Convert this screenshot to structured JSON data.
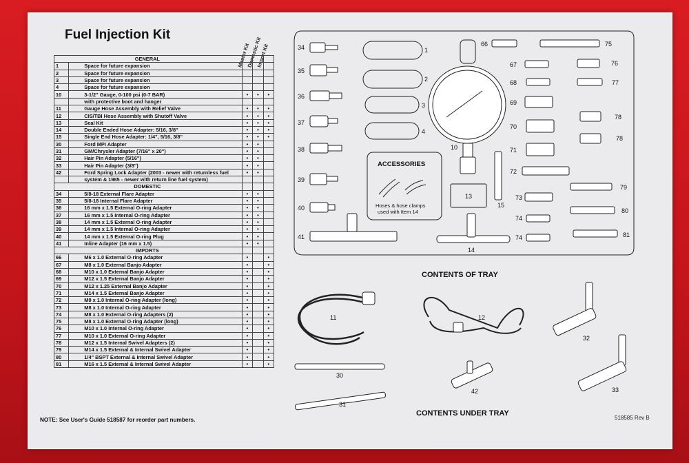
{
  "title": "Fuel Injection Kit",
  "column_headers": [
    "Master Kit",
    "Domestic Kit",
    "Import Kit"
  ],
  "sections": [
    {
      "name": "GENERAL",
      "rows": [
        {
          "num": "1",
          "desc": "Space for future expansion",
          "marks": [
            "",
            "",
            ""
          ]
        },
        {
          "num": "2",
          "desc": "Space for future expansion",
          "marks": [
            "",
            "",
            ""
          ]
        },
        {
          "num": "3",
          "desc": "Space for future expansion",
          "marks": [
            "",
            "",
            ""
          ]
        },
        {
          "num": "4",
          "desc": "Space for future expansion",
          "marks": [
            "",
            "",
            ""
          ]
        },
        {
          "num": "10",
          "desc": "3-1/2\" Gauge, 0-100 psi (0-7 BAR)",
          "marks": [
            "•",
            "•",
            "•"
          ]
        },
        {
          "num": "",
          "desc": "with protective boot and hanger",
          "marks": [
            "",
            "",
            ""
          ]
        },
        {
          "num": "11",
          "desc": "Gauge Hose Assembly with Relief Valve",
          "marks": [
            "•",
            "•",
            "•"
          ]
        },
        {
          "num": "12",
          "desc": "CIS/TBI Hose Assembly with Shutoff Valve",
          "marks": [
            "•",
            "•",
            "•"
          ]
        },
        {
          "num": "13",
          "desc": "Seal Kit",
          "marks": [
            "•",
            "•",
            "•"
          ]
        },
        {
          "num": "14",
          "desc": "Double Ended Hose Adapter: 5/16, 3/8\"",
          "marks": [
            "•",
            "•",
            "•"
          ]
        },
        {
          "num": "15",
          "desc": "Single End Hose Adapter: 1/4\", 5/16, 3/8\"",
          "marks": [
            "•",
            "•",
            "•"
          ]
        },
        {
          "num": "30",
          "desc": "Ford MPI Adapter",
          "marks": [
            "•",
            "•",
            ""
          ]
        },
        {
          "num": "31",
          "desc": "GM/Chrysler Adapter (7/16\" x 20\")",
          "marks": [
            "•",
            "•",
            ""
          ]
        },
        {
          "num": "32",
          "desc": "Hair Pin Adapter (5/16\")",
          "marks": [
            "•",
            "•",
            ""
          ]
        },
        {
          "num": "33",
          "desc": "Hair Pin Adapter (3/8\")",
          "marks": [
            "•",
            "•",
            ""
          ]
        },
        {
          "num": "42",
          "desc": "Ford Spring Lock Adapter (2003 - newer with returnless fuel",
          "marks": [
            "•",
            "•",
            ""
          ]
        },
        {
          "num": "",
          "desc": "system & 1985 - newer with return line fuel system)",
          "marks": [
            "",
            "",
            ""
          ]
        }
      ]
    },
    {
      "name": "DOMESTIC",
      "rows": [
        {
          "num": "34",
          "desc": "5/8-18 External Flare Adapter",
          "marks": [
            "•",
            "•",
            ""
          ]
        },
        {
          "num": "35",
          "desc": "5/8-18 Internal Flare Adapter",
          "marks": [
            "•",
            "•",
            ""
          ]
        },
        {
          "num": "36",
          "desc": "16 mm x 1.5 External O-ring Adapter",
          "marks": [
            "•",
            "•",
            ""
          ]
        },
        {
          "num": "37",
          "desc": "16 mm x 1.5 Internal O-ring Adapter",
          "marks": [
            "•",
            "•",
            ""
          ]
        },
        {
          "num": "38",
          "desc": "14 mm x 1.5 External O-ring Adapter",
          "marks": [
            "•",
            "•",
            ""
          ]
        },
        {
          "num": "39",
          "desc": "14 mm x 1.5 Internal O-ring Adapter",
          "marks": [
            "•",
            "•",
            ""
          ]
        },
        {
          "num": "40",
          "desc": "14 mm x 1.5 External O-ring Plug",
          "marks": [
            "•",
            "•",
            ""
          ]
        },
        {
          "num": "41",
          "desc": "Inline Adapter (16 mm x 1.5)",
          "marks": [
            "•",
            "•",
            ""
          ]
        }
      ]
    },
    {
      "name": "IMPORTS",
      "rows": [
        {
          "num": "66",
          "desc": "M6 x 1.0 External O-ring Adapter",
          "marks": [
            "•",
            "",
            "•"
          ]
        },
        {
          "num": "67",
          "desc": "M8 x 1.0 External Banjo Adapter",
          "marks": [
            "•",
            "",
            "•"
          ]
        },
        {
          "num": "68",
          "desc": "M10 x 1.0 External Banjo Adapter",
          "marks": [
            "•",
            "",
            "•"
          ]
        },
        {
          "num": "69",
          "desc": "M12 x 1.5 External Banjo Adapter",
          "marks": [
            "•",
            "",
            "•"
          ]
        },
        {
          "num": "70",
          "desc": "M12 x 1.25 External Banjo Adapter",
          "marks": [
            "•",
            "",
            "•"
          ]
        },
        {
          "num": "71",
          "desc": "M14 x 1.5 External Banjo Adapter",
          "marks": [
            "•",
            "",
            "•"
          ]
        },
        {
          "num": "72",
          "desc": "M8 x 1.0 Internal O-ring Adapter (long)",
          "marks": [
            "•",
            "",
            "•"
          ]
        },
        {
          "num": "73",
          "desc": "M8 x 1.0 Internal O-ring Adapter",
          "marks": [
            "•",
            "",
            "•"
          ]
        },
        {
          "num": "74",
          "desc": "M8 x 1.0 External O-ring Adapters (2)",
          "marks": [
            "•",
            "",
            "•"
          ]
        },
        {
          "num": "75",
          "desc": "M8 x 1.0 External O-ring Adapter (long)",
          "marks": [
            "•",
            "",
            "•"
          ]
        },
        {
          "num": "76",
          "desc": "M10 x 1.0 Internal O-ring Adapter",
          "marks": [
            "•",
            "",
            "•"
          ]
        },
        {
          "num": "77",
          "desc": "M10 x 1.0 External O-ring Adapter",
          "marks": [
            "•",
            "",
            "•"
          ]
        },
        {
          "num": "78",
          "desc": "M12 x 1.5 Internal Swivel Adapters (2)",
          "marks": [
            "•",
            "",
            "•"
          ]
        },
        {
          "num": "79",
          "desc": "M14 x 1.5 External & Internal Swivel Adapter",
          "marks": [
            "•",
            "",
            "•"
          ]
        },
        {
          "num": "80",
          "desc": "1/4\" BSPT External & Internal Swivel Adapter",
          "marks": [
            "•",
            "",
            "•"
          ]
        },
        {
          "num": "81",
          "desc": "M16 x 1.5 External & Internal Swivel Adapter",
          "marks": [
            "•",
            "",
            "•"
          ]
        }
      ]
    }
  ],
  "note": "NOTE: See User's Guide 518587 for reorder part numbers.",
  "revision": "518585 Rev B",
  "diagram": {
    "accessories_title": "ACCESSORIES",
    "accessories_caption_1": "Hoses & hose clamps",
    "accessories_caption_2": "used with Item 14",
    "contents_of_tray": "CONTENTS OF TRAY",
    "contents_under_tray": "CONTENTS UNDER TRAY",
    "left_column_labels": [
      "34",
      "35",
      "36",
      "37",
      "38",
      "39",
      "40",
      "41"
    ],
    "slot_labels": [
      "1",
      "2",
      "3",
      "4"
    ],
    "gauge_label": "10",
    "seal_kit_label": "13",
    "tee_label": "14",
    "single_end_label": "15",
    "right_labels_a": [
      "66",
      "67",
      "68",
      "69",
      "70",
      "71",
      "72",
      "73",
      "74",
      "74"
    ],
    "right_labels_b": [
      "75",
      "76",
      "77",
      "78",
      "78",
      "79",
      "80",
      "81"
    ],
    "tray_labels": [
      "11",
      "12",
      "32",
      "30",
      "31",
      "42",
      "33"
    ]
  },
  "colors": {
    "case": "#c9141a",
    "sheet": "#ebebed",
    "ink": "#111111"
  }
}
